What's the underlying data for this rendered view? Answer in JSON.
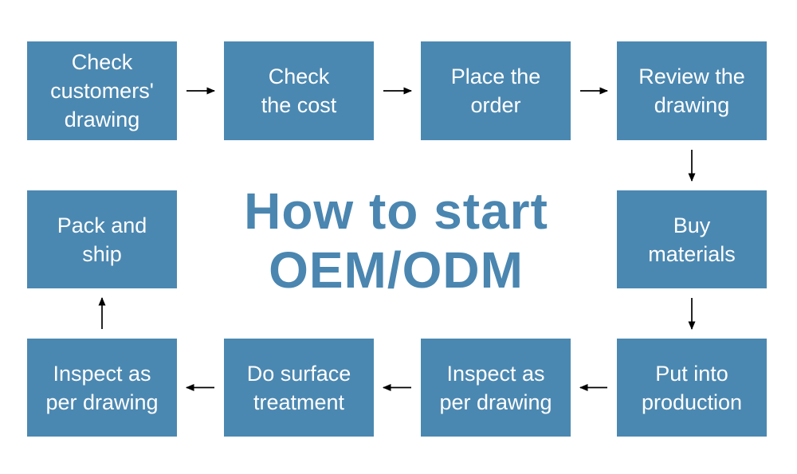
{
  "title": {
    "line1": "How to start",
    "line2": "OEM/ODM"
  },
  "colors": {
    "background": "#ffffff",
    "box_fill": "#4b88b1",
    "box_text": "#ffffff",
    "title_text": "#4a86b0",
    "arrow": "#000000"
  },
  "boxes": [
    {
      "id": "check-customers-drawing",
      "col": 0,
      "row": 0,
      "lines": [
        "Check",
        "customers'",
        "drawing"
      ]
    },
    {
      "id": "check-the-cost",
      "col": 1,
      "row": 0,
      "lines": [
        "Check",
        "the cost"
      ]
    },
    {
      "id": "place-the-order",
      "col": 2,
      "row": 0,
      "lines": [
        "Place the",
        "order"
      ]
    },
    {
      "id": "review-the-drawing",
      "col": 3,
      "row": 0,
      "lines": [
        "Review the",
        "drawing"
      ]
    },
    {
      "id": "pack-and-ship",
      "col": 0,
      "row": 1,
      "lines": [
        "Pack and",
        "ship"
      ]
    },
    {
      "id": "buy-materials",
      "col": 3,
      "row": 1,
      "lines": [
        "Buy",
        "materials"
      ]
    },
    {
      "id": "inspect-as-per-drawing-left",
      "col": 0,
      "row": 2,
      "lines": [
        "Inspect as",
        "per drawing"
      ]
    },
    {
      "id": "do-surface-treatment",
      "col": 1,
      "row": 2,
      "lines": [
        "Do surface",
        "treatment"
      ]
    },
    {
      "id": "inspect-as-per-drawing-right",
      "col": 2,
      "row": 2,
      "lines": [
        "Inspect as",
        "per drawing"
      ]
    },
    {
      "id": "put-into-production",
      "col": 3,
      "row": 2,
      "lines": [
        "Put into",
        "production"
      ]
    }
  ],
  "arrows": [
    {
      "from": "check-customers-drawing",
      "to": "check-the-cost",
      "direction": "right"
    },
    {
      "from": "check-the-cost",
      "to": "place-the-order",
      "direction": "right"
    },
    {
      "from": "place-the-order",
      "to": "review-the-drawing",
      "direction": "right"
    },
    {
      "from": "review-the-drawing",
      "to": "buy-materials",
      "direction": "down"
    },
    {
      "from": "buy-materials",
      "to": "put-into-production",
      "direction": "down"
    },
    {
      "from": "put-into-production",
      "to": "inspect-as-per-drawing-right",
      "direction": "left"
    },
    {
      "from": "inspect-as-per-drawing-right",
      "to": "do-surface-treatment",
      "direction": "left"
    },
    {
      "from": "do-surface-treatment",
      "to": "inspect-as-per-drawing-left",
      "direction": "left"
    },
    {
      "from": "inspect-as-per-drawing-left",
      "to": "pack-and-ship",
      "direction": "up"
    }
  ]
}
